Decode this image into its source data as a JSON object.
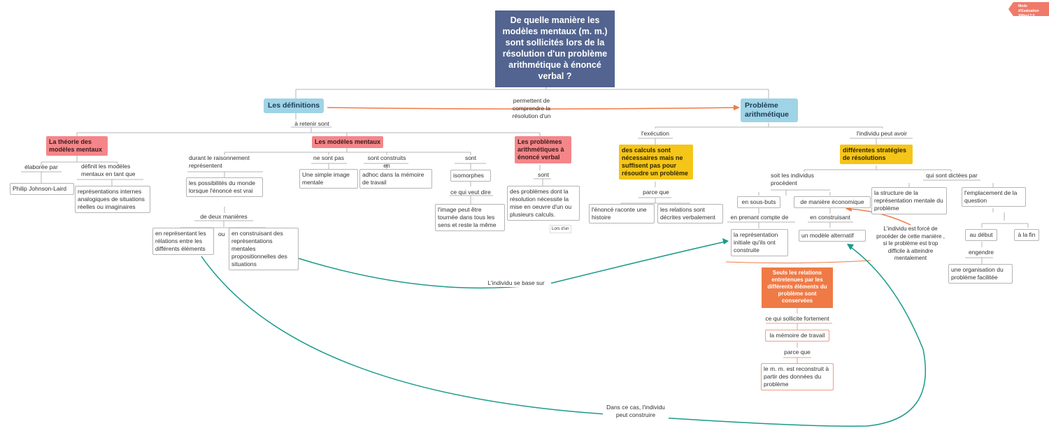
{
  "badge": {
    "title": "Mode d'Evaluation",
    "sub": "XMind 2 0"
  },
  "title": "De quelle manière les modèles mentaux (m. m.) sont sollicités lors de la résolution d'un problème arithmétique à énoncé verbal ?",
  "definitions": {
    "label": "Les définitions",
    "link_label": "permettent de comprendre la résolution d'un",
    "retenir": "à retenir sont",
    "theorie": {
      "label": "La théorie des modèles mentaux",
      "elaboree": "élaborée par",
      "author": "Philip Johnson-Laird",
      "definit": "définit les modèles mentaux en tant que",
      "def_text": "représentations internes analogiques de situations réelles ou imaginaires"
    },
    "modeles": {
      "label": "Les modèles mentaux",
      "durant": "durant le raisonnement représentent",
      "possibilites": "les possibilités du monde lorsque l'énoncé est vrai",
      "deux_manieres": "de deux manières",
      "ou": "ou",
      "rep_relations": "en représentant les rélations entre les différents éléments",
      "construisant": "en construisant des représentations mentales propositionnelles des situations",
      "ne_sont_pas": "ne sont pas",
      "simple_image": "Une simple image mentale",
      "construits": "sont construits en",
      "adhoc": "adhoc dans la mémoire de travail",
      "sont": "sont",
      "isomorphes": "isomorphes",
      "veut_dire": "ce qui veut dire",
      "image_tournee": "l'image peut être tournée dans tous les sens et reste la même"
    },
    "problemes": {
      "label": "Les problèmes arithmétiques à énoncé verbal",
      "sont": "sont",
      "text": "des problèmes dont la résolution nécessite la mise en oeuvre d'un ou plusieurs calculs.",
      "note": "Lors d'un"
    }
  },
  "probleme": {
    "label": "Problème arithmétique",
    "execution": "l'exécution",
    "calculs": "des calculs sont nécessaires mais ne suffisent pas pour résoudre un problème",
    "parce_que": "parce que",
    "raconte": "l'énoncé raconte une histoire",
    "relations": "les relations sont décrites verbalement",
    "individu_peut": "l'individu peut avoir",
    "strategies": "différentes stratégies de résolutions",
    "soit": "soit les individus procèdent",
    "sous_buts": "en sous-buts",
    "prenant": "en prenant compte de",
    "rep_initiale": "la représentation initiale qu'ils ont construite",
    "economique": "de manière économique",
    "construisant": "en construisant",
    "modele_alt": "un  modèle alternatif",
    "dictees": "qui sont dictées par",
    "structure": "la structure de la représentation mentale du problème",
    "emplacement": "l'emplacement de la question",
    "au_debut": "au début",
    "a_la_fin": "à la fin",
    "engendre": "engendre",
    "organisation": "une organisation du problème facilitée",
    "force": "L'individu est forcé de procéder de cette manière , si le problème est trop difficile à atteindre mentalement",
    "seuls": "Seuls les relations entretenues par les différents éléments du problème sont conservées",
    "sollicite": "ce qui sollicite fortement",
    "memoire": "la mémoire de travail",
    "parce_que2": "parce que",
    "reconstruit": "le m. m. est reconstruit à partir des données du problème"
  },
  "links": {
    "base_sur": "L'individu se base sur",
    "construire": "Dans ce cas, l'individu peut construire"
  },
  "colors": {
    "title": "#52648f",
    "blue": "#9fd3e6",
    "pink": "#f4868a",
    "yellow": "#f5c518",
    "orange": "#f07a45",
    "teal": "#1a9a8a",
    "link": "#f07a45"
  }
}
